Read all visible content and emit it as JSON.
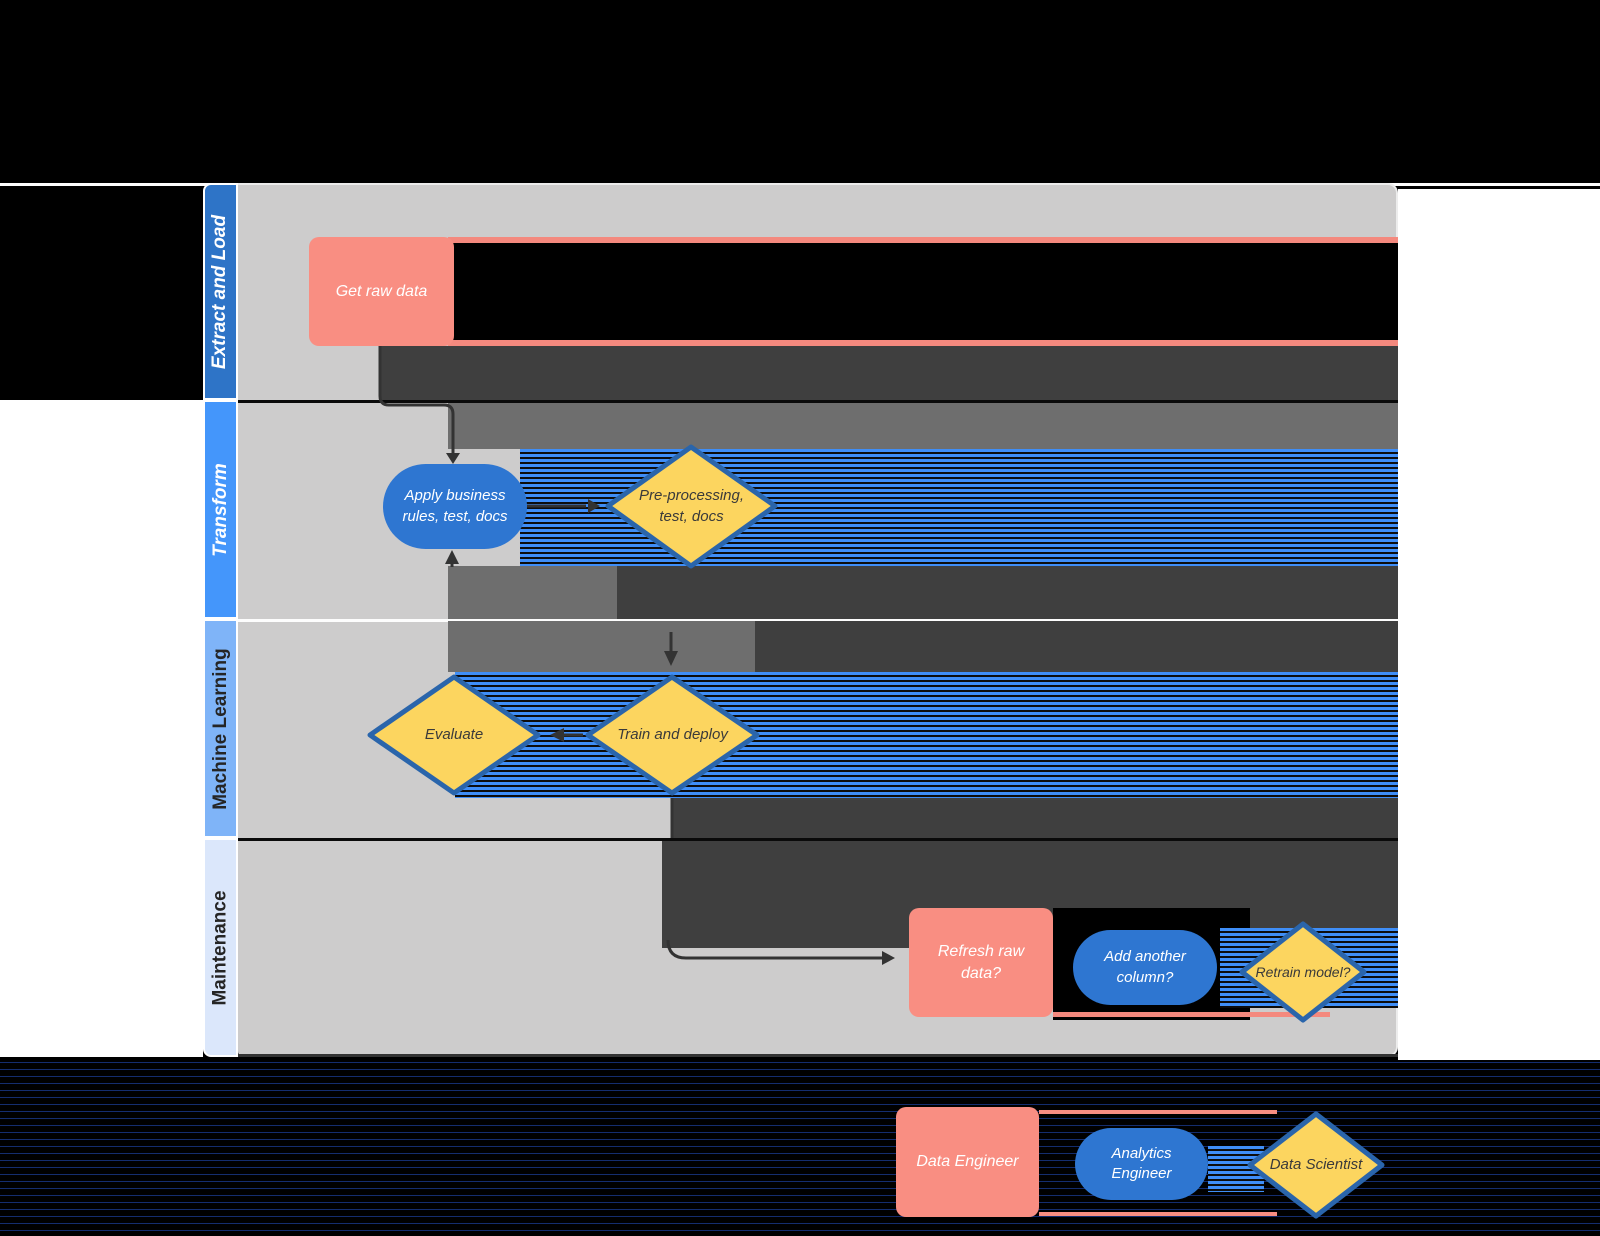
{
  "diagram": {
    "title_region": "swimlane flowchart",
    "lanes": [
      {
        "label": "Extract and Load",
        "header_color": "#2e74c7",
        "text_color": "#ffffff"
      },
      {
        "label": "Transform",
        "header_color": "#4496fb",
        "text_color": "#ffffff"
      },
      {
        "label": "Machine Learning",
        "header_color": "#7fb4f8",
        "text_color": "#252525"
      },
      {
        "label": "Maintenance",
        "header_color": "#dbe7fb",
        "text_color": "#252525"
      }
    ],
    "nodes": {
      "get_raw_data": {
        "label": "Get raw data",
        "shape": "rectangle",
        "lane": "Extract and Load"
      },
      "apply_business_rules": {
        "label": "Apply business rules, test, docs",
        "shape": "stadium",
        "lane": "Transform"
      },
      "pre_processing": {
        "label": "Pre-processing, test, docs",
        "shape": "diamond",
        "lane": "Transform"
      },
      "evaluate": {
        "label": "Evaluate",
        "shape": "diamond",
        "lane": "Machine Learning"
      },
      "train_and_deploy": {
        "label": "Train and deploy",
        "shape": "diamond",
        "lane": "Machine Learning"
      },
      "refresh_raw_data": {
        "label": "Refresh raw data?",
        "shape": "rectangle",
        "lane": "Maintenance"
      },
      "add_another_column": {
        "label": "Add another column?",
        "shape": "stadium",
        "lane": "Maintenance"
      },
      "retrain_model": {
        "label": "Retrain model?",
        "shape": "diamond",
        "lane": "Maintenance"
      }
    },
    "edges": [
      "Get raw data -> Apply business rules, test, docs",
      "Apply business rules, test, docs -> Pre-processing, test, docs",
      "Pre-processing, test, docs -> Apply business rules, test, docs",
      "Pre-processing, test, docs -> Train and deploy",
      "Train and deploy -> Evaluate",
      "Train and deploy -> Refresh raw data?"
    ],
    "legend": {
      "data_engineer": {
        "label": "Data Engineer",
        "shape": "rectangle",
        "color": "#f98e82"
      },
      "analytics_engineer": {
        "label": "Analytics Engineer",
        "shape": "stadium",
        "color": "#2e76d1"
      },
      "data_scientist": {
        "label": "Data Scientist",
        "shape": "diamond",
        "color": "#fcd55f"
      }
    }
  },
  "colors": {
    "page_background": "#000000",
    "lane_body": "#cdcccc",
    "salmon_shape": "#f98e82",
    "blue_shape": "#2e76d1",
    "yellow_shape": "#fcd55f",
    "diamond_border": "#2a65ab",
    "connector": "#333333",
    "artifact_dark_band": "#3f3f3f",
    "artifact_mid_band": "#6e6e6e",
    "artifact_blue_band": "#3f8ef7"
  }
}
